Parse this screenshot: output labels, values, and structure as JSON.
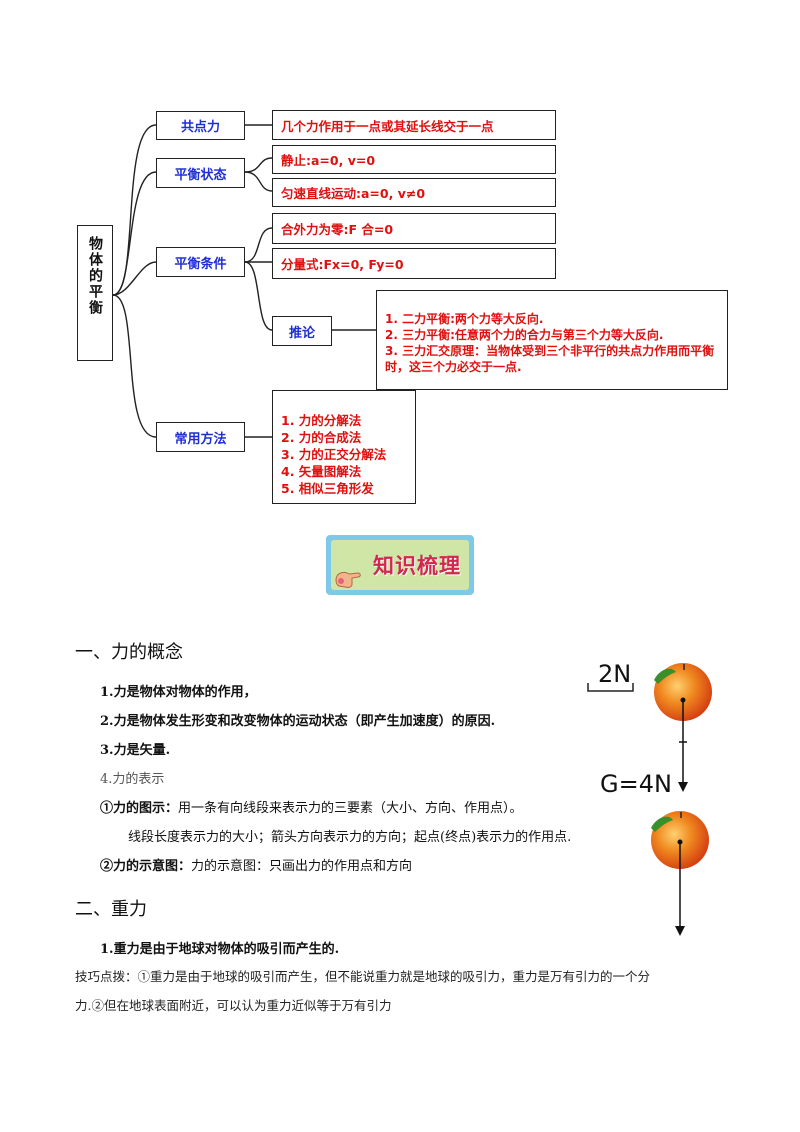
{
  "mindmap": {
    "root": "物体的平衡",
    "cat_gongdianli": "共点力",
    "cat_pingheng_zhuangtai": "平衡状态",
    "cat_pingheng_tiaojian": "平衡条件",
    "cat_tuilun": "推论",
    "cat_changyong": "常用方法",
    "def_gongdianli": "几个力作用于一点或其延长线交于一点",
    "state_rest": "静止:a=0, v=0",
    "state_uniform": "匀速直线运动:a=0, v≠0",
    "cond_net": "合外力为零:F 合=0",
    "cond_components": "分量式:Fx=0, Fy=0",
    "tuilun_text": "1. 二力平衡:两个力等大反向.\n2. 三力平衡:任意两个力的合力与第三个力等大反向.\n3. 三力汇交原理：当物体受到三个非平行的共点力作用而平衡时，这三个力必交于一点.",
    "methods_text": "1. 力的分解法\n2. 力的合成法\n3. 力的正交分解法\n4. 矢量图解法\n5. 相似三角形发"
  },
  "badge": {
    "label": "知识梳理"
  },
  "section1": {
    "heading": "一、力的概念",
    "item1": "1.力是物体对物体的作用，",
    "item2": "2.力是物体发生形变和改变物体的运动状态（即产生加速度）的原因.",
    "item3": "3.力是矢量.",
    "item4": "4.力的表示",
    "diagram_label": "①力的图示：",
    "diagram_text": "用一条有向线段来表示力的三要素（大小、方向、作用点）。",
    "diagram_detail": "线段长度表示力的大小；箭头方向表示力的方向；起点(终点)表示力的作用点.",
    "sketch_label": "②力的示意图：",
    "sketch_text": "力的示意图：只画出力的作用点和方向"
  },
  "figure": {
    "scale_label": "2N",
    "force_label": "G=4N"
  },
  "section2": {
    "heading": "二、重力",
    "item1": "1.重力是由于地球对物体的吸引而产生的.",
    "tip_line1": "技巧点拨：①重力是由于地球的吸引而产生，但不能说重力就是地球的吸引力，重力是万有引力的一个分",
    "tip_line2": "力.②但在地球表面附近，可以认为重力近似等于万有引力"
  },
  "colors": {
    "category_text": "#1f2fd6",
    "detail_text": "#e01010",
    "badge_frame": "#7ec8e8",
    "badge_fill": "#cfe6a6",
    "badge_text": "#d02850"
  }
}
